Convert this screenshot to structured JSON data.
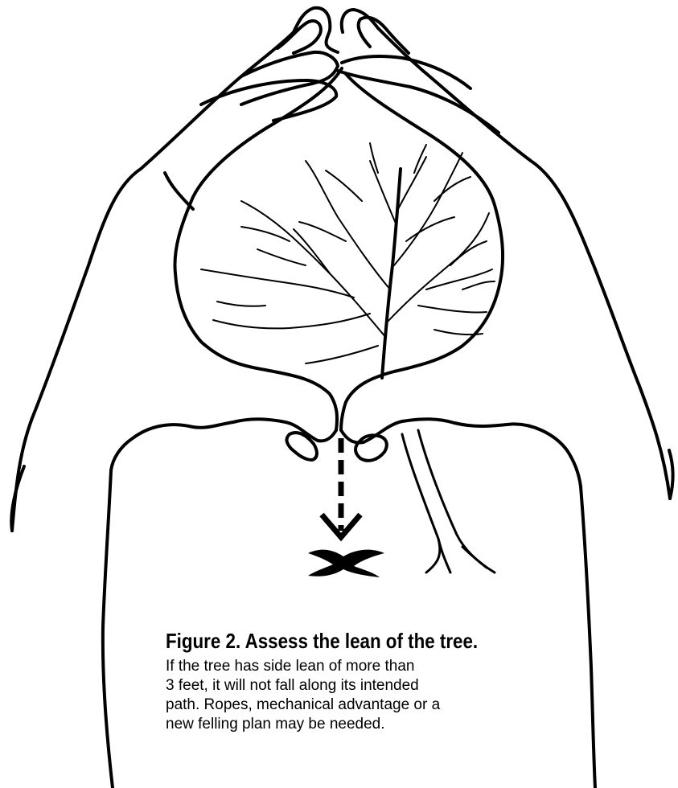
{
  "figure": {
    "caption_title": "Figure 2. Assess the lean of the tree.",
    "caption_lines": [
      "If the tree has side lean of more than",
      "3 feet, it will not fall along its intended",
      "path. Ropes, mechanical advantage or a",
      "new felling plan may be needed."
    ]
  },
  "icons": {
    "hands": "framing-hands-icon",
    "tree": "tree-icon",
    "arrow": "down-arrow-icon",
    "target": "x-mark-icon"
  },
  "colors": {
    "ink": "#000000",
    "background": "#ffffff"
  }
}
